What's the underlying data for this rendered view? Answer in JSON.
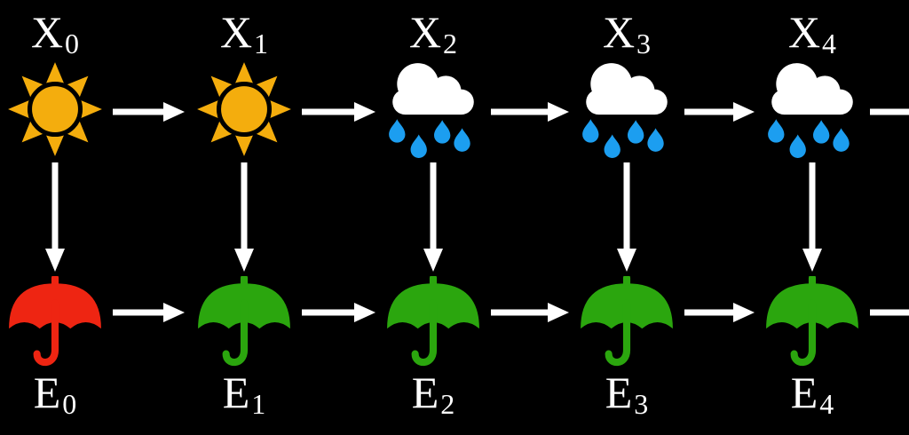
{
  "diagram": {
    "top_row": {
      "nodes": [
        {
          "label": "X",
          "sub": "0",
          "icon": "sun"
        },
        {
          "label": "X",
          "sub": "1",
          "icon": "sun"
        },
        {
          "label": "X",
          "sub": "2",
          "icon": "rain-cloud"
        },
        {
          "label": "X",
          "sub": "3",
          "icon": "rain-cloud"
        },
        {
          "label": "X",
          "sub": "4",
          "icon": "rain-cloud"
        }
      ]
    },
    "bottom_row": {
      "nodes": [
        {
          "label": "E",
          "sub": "0",
          "icon": "umbrella",
          "color": "#ee2512"
        },
        {
          "label": "E",
          "sub": "1",
          "icon": "umbrella",
          "color": "#2ba60e"
        },
        {
          "label": "E",
          "sub": "2",
          "icon": "umbrella",
          "color": "#2ba60e"
        },
        {
          "label": "E",
          "sub": "3",
          "icon": "umbrella",
          "color": "#2ba60e"
        },
        {
          "label": "E",
          "sub": "4",
          "icon": "umbrella",
          "color": "#2ba60e"
        }
      ]
    }
  },
  "colors": {
    "background": "#000000",
    "label_text": "#ffffff",
    "arrow": "#ffffff",
    "sun": "#f4ad0d",
    "sun_outline": "#000000",
    "cloud": "#ffffff",
    "raindrop": "#1c9ef0",
    "umbrella_red": "#ee2512",
    "umbrella_green": "#2ba60e"
  }
}
